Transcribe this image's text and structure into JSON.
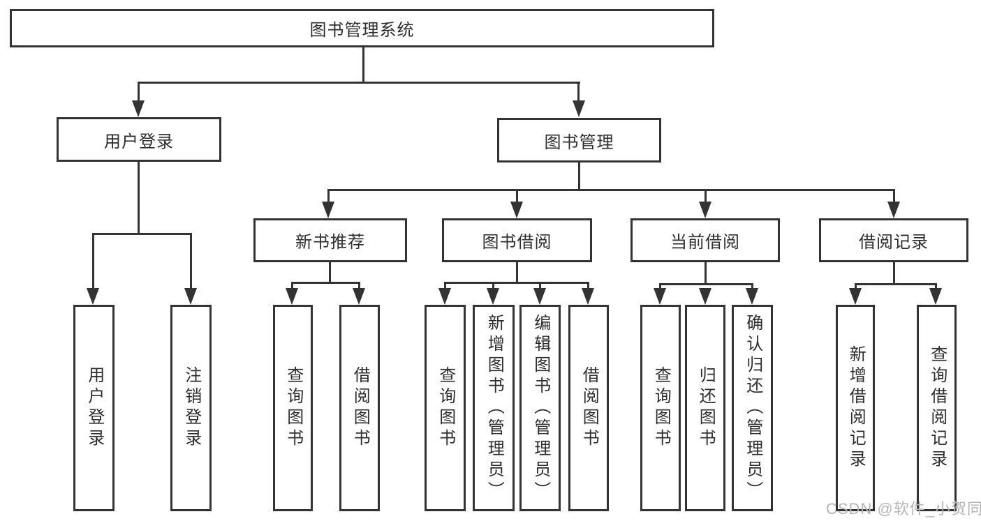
{
  "colors": {
    "line": "#333333",
    "text": "#2e2e2e",
    "watermark": "#b5b5b5",
    "background": "#ffffff"
  },
  "nodes": {
    "root": "图书管理系统",
    "level2": [
      "用户登录",
      "图书管理"
    ],
    "level3": [
      "新书推荐",
      "图书借阅",
      "当前借阅",
      "借阅记录"
    ]
  },
  "leaves": {
    "user_login": [
      "用户登录",
      "注销登录"
    ],
    "new_books": [
      "查询图书",
      "借阅图书"
    ],
    "book_borrow": [
      "查询图书",
      "新增图书（管理员）",
      "编辑图书（管理员）",
      "借阅图书"
    ],
    "current_borrow": [
      "查询图书",
      "归还图书",
      "确认归还（管理员）"
    ],
    "borrow_records": [
      "新增借阅记录",
      "查询借阅记录"
    ]
  },
  "watermark": "CSDN @软件_小贺同学"
}
